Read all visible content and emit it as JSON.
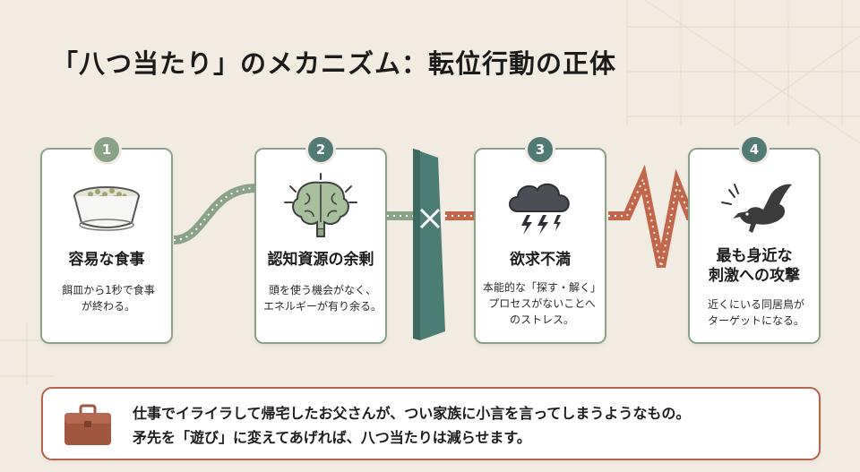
{
  "title": "「八つ当たり」のメカニズム：転位行動の正体",
  "steps": [
    {
      "number": "1",
      "icon": "food-bowl-icon",
      "heading_lines": [
        "容易な食事"
      ],
      "body_lines": [
        "餌皿から1秒で食事",
        "が終わる。"
      ]
    },
    {
      "number": "2",
      "icon": "brain-icon",
      "heading_lines": [
        "認知資源の余剰"
      ],
      "body_lines": [
        "頭を使う機会がなく、",
        "エネルギーが有り余る。"
      ]
    },
    {
      "number": "3",
      "icon": "storm-cloud-icon",
      "heading_lines": [
        "欲求不満"
      ],
      "body_lines": [
        "本能的な「探す・解く」",
        "プロセスがないことへ",
        "のストレス。"
      ]
    },
    {
      "number": "4",
      "icon": "attacking-bird-icon",
      "heading_lines": [
        "最も身近な",
        "刺激への攻撃"
      ],
      "body_lines": [
        "近くにいる同居鳥が",
        "ターゲットになる。"
      ]
    }
  ],
  "analogy": {
    "icon": "briefcase-icon",
    "lines": [
      "仕事でイライラして帰宅したお父さんが、つい家族に小言を言ってしまうようなもの。",
      "矛先を「遊び」に変えてあげれば、八つ当たりは減らせます。"
    ]
  },
  "colors": {
    "background": "#f1ebe1",
    "sage_green": "#8aa386",
    "teal": "#527a74",
    "terracotta": "#c2674c",
    "wall": "#4c7d74"
  }
}
